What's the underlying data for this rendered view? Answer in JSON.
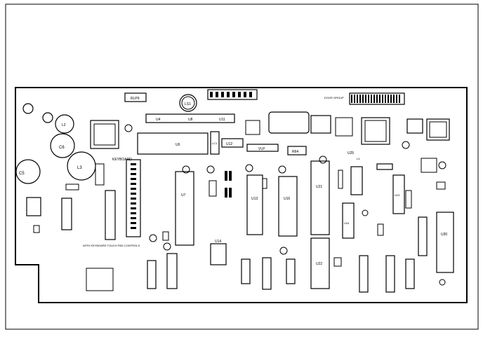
{
  "board": {
    "labels": {
      "rlp9": "RLP9",
      "ls1": "LS1",
      "u4": "U4",
      "u8": "U8",
      "u11": "U11",
      "u6": "U6",
      "lc1": "LC1",
      "u12": "U12",
      "vlp": "VLP",
      "r64": "R64",
      "l2": "L2",
      "c6": "C6",
      "l3": "L3",
      "c5": "C5",
      "u7": "U7",
      "u13": "U13",
      "u16": "U16",
      "u21": "U21",
      "u22": "U22",
      "u24": "U24",
      "u25": "U25",
      "u23": "U23",
      "u30": "U30",
      "u14": "U14",
      "l4": "L4",
      "keyboard": "KEYBOARD",
      "note": "WITH KEYBOARD TOUCH PAD CONTROLS",
      "door_group": "DOOR GROUP"
    }
  }
}
